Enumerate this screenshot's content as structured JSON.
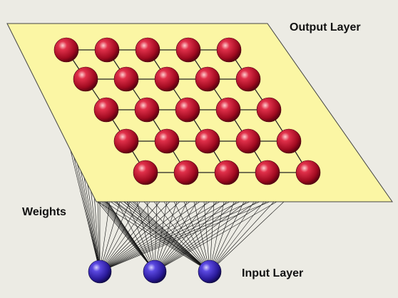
{
  "labels": {
    "output_layer": "Output Layer",
    "weights": "Weights",
    "input_layer": "Input Layer"
  },
  "grid": {
    "rows": 5,
    "cols": 5
  },
  "input_nodes": 3,
  "colors": {
    "background": "#ecebe4",
    "plane_fill": "#fbf6a4",
    "plane_stroke": "#444444",
    "output_node": "#c8102e",
    "input_node": "#3f2fbf",
    "connections": "#111111"
  }
}
